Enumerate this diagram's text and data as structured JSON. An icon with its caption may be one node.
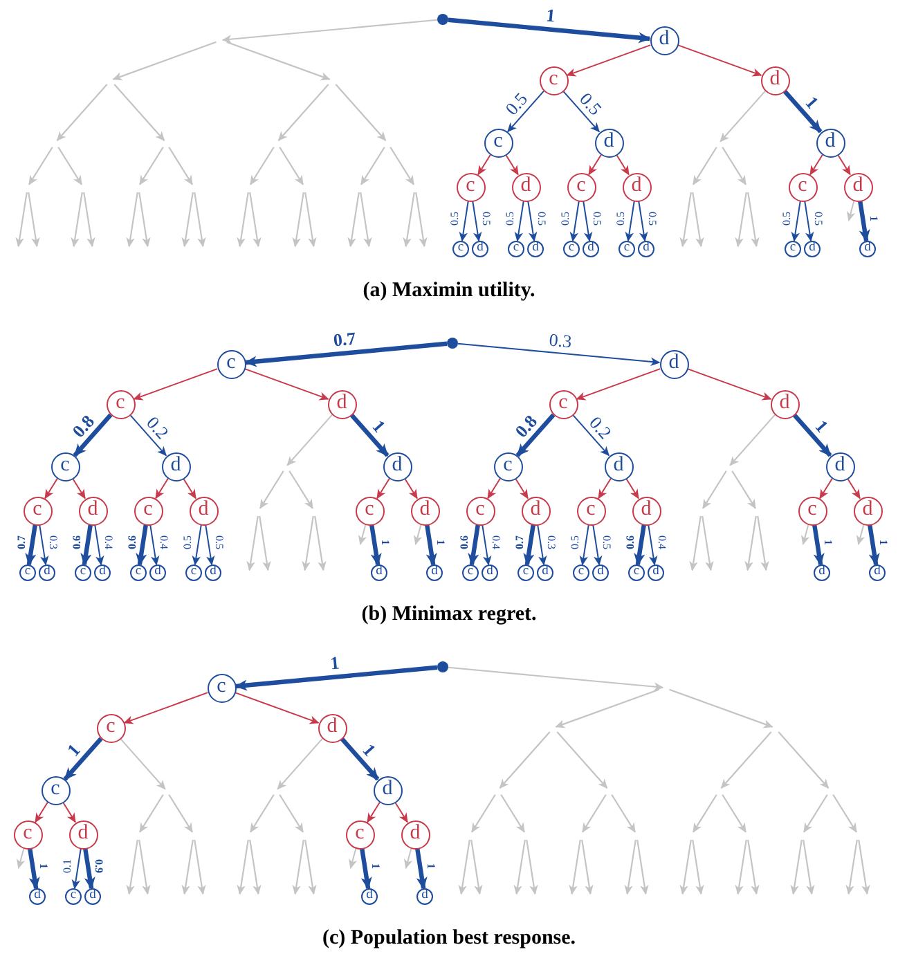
{
  "diagram": {
    "nodes": [
      {
        "text": [],
        "shape": "dot"
      },
      {
        "text": [
          "d"
        ]
      },
      {
        "text": [
          "c"
        ]
      },
      {
        "text": [
          "d"
        ]
      },
      {
        "text": [
          "c"
        ]
      },
      {
        "text": [
          "d"
        ]
      },
      {
        "text": [
          "d"
        ]
      },
      {
        "text": [
          "c"
        ]
      },
      {
        "text": [
          "d"
        ]
      },
      {
        "text": [
          "c"
        ]
      },
      {
        "text": [
          "d"
        ]
      },
      {
        "text": [
          "c"
        ]
      },
      {
        "text": [
          "d"
        ]
      },
      {
        "text": [
          "c"
        ]
      },
      {
        "text": [
          "d"
        ]
      },
      {
        "text": [
          "c"
        ]
      },
      {
        "text": [
          "d"
        ]
      },
      {
        "text": [
          "c"
        ]
      },
      {
        "text": [
          "d"
        ]
      },
      {
        "text": [
          "c"
        ]
      },
      {
        "text": [
          "d"
        ]
      },
      {
        "text": [
          "c"
        ]
      },
      {
        "text": [
          "d"
        ]
      },
      {
        "text": [
          "d"
        ]
      },
      {
        "text": [],
        "shape": "dot"
      },
      {
        "text": [
          "c"
        ]
      },
      {
        "text": [
          "d"
        ]
      },
      {
        "text": [
          "c"
        ]
      },
      {
        "text": [
          "d"
        ]
      },
      {
        "text": [
          "c"
        ]
      },
      {
        "text": [
          "d"
        ]
      },
      {
        "text": [
          "c"
        ]
      },
      {
        "text": [
          "d"
        ]
      },
      {
        "text": [
          "d"
        ]
      },
      {
        "text": [
          "c"
        ]
      },
      {
        "text": [
          "d"
        ]
      },
      {
        "text": [
          "d"
        ]
      },
      {
        "text": [
          "c"
        ]
      },
      {
        "text": [
          "d"
        ]
      },
      {
        "text": [
          "c"
        ]
      },
      {
        "text": [
          "d"
        ]
      },
      {
        "text": [
          "c"
        ]
      },
      {
        "text": [
          "d"
        ]
      },
      {
        "text": [
          "c"
        ]
      },
      {
        "text": [
          "d"
        ]
      },
      {
        "text": [
          "c"
        ]
      },
      {
        "text": [
          "d"
        ]
      },
      {
        "text": [
          "c"
        ]
      },
      {
        "text": [
          "d"
        ]
      },
      {
        "text": [
          "c"
        ]
      },
      {
        "text": [
          "d"
        ]
      },
      {
        "text": [
          "c"
        ]
      },
      {
        "text": [
          "d"
        ]
      },
      {
        "text": [
          "c"
        ]
      },
      {
        "text": [
          "d"
        ]
      },
      {
        "text": [
          "c"
        ]
      },
      {
        "text": [
          "d"
        ]
      },
      {
        "text": [
          "d"
        ]
      },
      {
        "text": [
          "d"
        ]
      },
      {
        "text": [
          "c"
        ]
      },
      {
        "text": [
          "d"
        ]
      },
      {
        "text": [
          "c"
        ]
      },
      {
        "text": [
          "d"
        ]
      },
      {
        "text": [
          "c"
        ]
      },
      {
        "text": [
          "d"
        ]
      },
      {
        "text": [
          "c"
        ]
      },
      {
        "text": [
          "d"
        ]
      },
      {
        "text": [
          "d"
        ]
      },
      {
        "text": [
          "d"
        ]
      },
      {
        "text": [],
        "shape": "dot"
      },
      {
        "text": [
          "c"
        ]
      },
      {
        "text": [
          "c"
        ]
      },
      {
        "text": [
          "d"
        ]
      },
      {
        "text": [
          "c"
        ]
      },
      {
        "text": [
          "d"
        ]
      },
      {
        "text": [
          "c"
        ]
      },
      {
        "text": [
          "d"
        ]
      },
      {
        "text": [
          "c"
        ]
      },
      {
        "text": [
          "d"
        ]
      },
      {
        "text": [
          "d"
        ]
      },
      {
        "text": [
          "c"
        ]
      },
      {
        "text": [
          "d"
        ]
      },
      {
        "text": [
          "d"
        ]
      },
      {
        "text": [
          "d"
        ]
      },
      {
        "text": [],
        "shape": "tree"
      },
      {
        "text": [],
        "shape": "tree"
      },
      {
        "text": [],
        "shape": "tree"
      },
      {
        "text": [],
        "shape": "tree"
      },
      {
        "text": [],
        "shape": "tree"
      },
      {
        "text": [],
        "shape": "tree"
      },
      {
        "text": [],
        "shape": "tree"
      }
    ],
    "edges": [
      {
        "from": 0,
        "to": 84,
        "arrow": "to",
        "color": "#c4c4c4"
      },
      {
        "from": 0,
        "to": 1,
        "arrow": "to",
        "label": "1",
        "style": "thick"
      },
      {
        "from": 1,
        "to": 2,
        "arrow": "to",
        "color": "#c8394a"
      },
      {
        "from": 1,
        "to": 3,
        "arrow": "to",
        "color": "#c8394a"
      },
      {
        "from": 2,
        "to": 4,
        "arrow": "to",
        "label": "0.5"
      },
      {
        "from": 2,
        "to": 5,
        "arrow": "to",
        "label": "0.5"
      },
      {
        "from": 3,
        "to": 85,
        "arrow": "to",
        "color": "#c4c4c4"
      },
      {
        "from": 3,
        "to": 6,
        "arrow": "to",
        "label": "1",
        "style": "thick"
      },
      {
        "from": 4,
        "to": 7,
        "arrow": "to",
        "color": "#c8394a"
      },
      {
        "from": 4,
        "to": 8,
        "arrow": "to",
        "color": "#c8394a"
      },
      {
        "from": 5,
        "to": 9,
        "arrow": "to",
        "color": "#c8394a"
      },
      {
        "from": 5,
        "to": 10,
        "arrow": "to",
        "color": "#c8394a"
      },
      {
        "from": 6,
        "to": 11,
        "arrow": "to",
        "color": "#c8394a"
      },
      {
        "from": 6,
        "to": 12,
        "arrow": "to",
        "color": "#c8394a"
      },
      {
        "from": 7,
        "to": 13,
        "arrow": "to",
        "label": "0.5"
      },
      {
        "from": 7,
        "to": 14,
        "arrow": "to",
        "label": "0.5"
      },
      {
        "from": 8,
        "to": 15,
        "arrow": "to",
        "label": "0.5"
      },
      {
        "from": 8,
        "to": 16,
        "arrow": "to",
        "label": "0.5"
      },
      {
        "from": 9,
        "to": 17,
        "arrow": "to",
        "label": "0.5"
      },
      {
        "from": 9,
        "to": 18,
        "arrow": "to",
        "label": "0.5"
      },
      {
        "from": 10,
        "to": 19,
        "arrow": "to",
        "label": "0.5"
      },
      {
        "from": 10,
        "to": 20,
        "arrow": "to",
        "label": "0.5"
      },
      {
        "from": 11,
        "to": 21,
        "arrow": "to",
        "label": "0.5"
      },
      {
        "from": 11,
        "to": 22,
        "arrow": "to",
        "label": "0.5"
      },
      {
        "from": 12,
        "to": null,
        "arrow": "to",
        "color": "#c4c4c4"
      },
      {
        "from": 12,
        "to": 23,
        "arrow": "to",
        "label": "1",
        "style": "thick"
      },
      {
        "from": 24,
        "to": 25,
        "arrow": "to",
        "label": "0.7",
        "style": "thick"
      },
      {
        "from": 24,
        "to": 26,
        "arrow": "to",
        "label": "0.3"
      },
      {
        "from": 25,
        "to": 27,
        "arrow": "to",
        "color": "#c8394a"
      },
      {
        "from": 25,
        "to": 28,
        "arrow": "to",
        "color": "#c8394a"
      },
      {
        "from": 26,
        "to": 29,
        "arrow": "to",
        "color": "#c8394a"
      },
      {
        "from": 26,
        "to": 30,
        "arrow": "to",
        "color": "#c8394a"
      },
      {
        "from": 27,
        "to": 31,
        "arrow": "to",
        "label": "0.8",
        "style": "thick"
      },
      {
        "from": 27,
        "to": 32,
        "arrow": "to",
        "label": "0.2"
      },
      {
        "from": 28,
        "to": 86,
        "arrow": "to",
        "color": "#c4c4c4"
      },
      {
        "from": 28,
        "to": 33,
        "arrow": "to",
        "label": "1",
        "style": "thick"
      },
      {
        "from": 29,
        "to": 34,
        "arrow": "to",
        "label": "0.8",
        "style": "thick"
      },
      {
        "from": 29,
        "to": 35,
        "arrow": "to",
        "label": "0.2"
      },
      {
        "from": 30,
        "to": 87,
        "arrow": "to",
        "color": "#c4c4c4"
      },
      {
        "from": 30,
        "to": 36,
        "arrow": "to",
        "label": "1",
        "style": "thick"
      },
      {
        "from": 31,
        "to": 37,
        "arrow": "to",
        "color": "#c8394a"
      },
      {
        "from": 31,
        "to": 38,
        "arrow": "to",
        "color": "#c8394a"
      },
      {
        "from": 32,
        "to": 39,
        "arrow": "to",
        "color": "#c8394a"
      },
      {
        "from": 32,
        "to": 40,
        "arrow": "to",
        "color": "#c8394a"
      },
      {
        "from": 33,
        "to": 41,
        "arrow": "to",
        "color": "#c8394a"
      },
      {
        "from": 33,
        "to": 42,
        "arrow": "to",
        "color": "#c8394a"
      },
      {
        "from": 34,
        "to": 43,
        "arrow": "to",
        "color": "#c8394a"
      },
      {
        "from": 34,
        "to": 44,
        "arrow": "to",
        "color": "#c8394a"
      },
      {
        "from": 35,
        "to": 45,
        "arrow": "to",
        "color": "#c8394a"
      },
      {
        "from": 35,
        "to": 46,
        "arrow": "to",
        "color": "#c8394a"
      },
      {
        "from": 36,
        "to": 47,
        "arrow": "to",
        "color": "#c8394a"
      },
      {
        "from": 36,
        "to": 48,
        "arrow": "to",
        "color": "#c8394a"
      },
      {
        "from": 37,
        "to": 49,
        "arrow": "to",
        "label": "0.7",
        "style": "thick"
      },
      {
        "from": 37,
        "to": 50,
        "arrow": "to",
        "label": "0.3"
      },
      {
        "from": 38,
        "to": 51,
        "arrow": "to",
        "label": "0.6",
        "style": "thick"
      },
      {
        "from": 38,
        "to": 52,
        "arrow": "to",
        "label": "0.4"
      },
      {
        "from": 39,
        "to": 53,
        "arrow": "to",
        "label": "0.6",
        "style": "thick"
      },
      {
        "from": 39,
        "to": 54,
        "arrow": "to",
        "label": "0.4"
      },
      {
        "from": 40,
        "to": 55,
        "arrow": "to",
        "label": "0.5"
      },
      {
        "from": 40,
        "to": 56,
        "arrow": "to",
        "label": "0.5"
      },
      {
        "from": 41,
        "to": null,
        "arrow": "to",
        "color": "#c4c4c4"
      },
      {
        "from": 41,
        "to": 57,
        "arrow": "to",
        "label": "1",
        "style": "thick"
      },
      {
        "from": 42,
        "to": null,
        "arrow": "to",
        "color": "#c4c4c4"
      },
      {
        "from": 42,
        "to": 58,
        "arrow": "to",
        "label": "1",
        "style": "thick"
      },
      {
        "from": 43,
        "to": 59,
        "arrow": "to",
        "label": "0.6",
        "style": "thick"
      },
      {
        "from": 43,
        "to": 60,
        "arrow": "to",
        "label": "0.4"
      },
      {
        "from": 44,
        "to": 61,
        "arrow": "to",
        "label": "0.7",
        "style": "thick"
      },
      {
        "from": 44,
        "to": 62,
        "arrow": "to",
        "label": "0.3"
      },
      {
        "from": 45,
        "to": 63,
        "arrow": "to",
        "label": "0.5"
      },
      {
        "from": 45,
        "to": 64,
        "arrow": "to",
        "label": "0.5"
      },
      {
        "from": 46,
        "to": 65,
        "arrow": "to",
        "label": "0.6",
        "style": "thick"
      },
      {
        "from": 46,
        "to": 66,
        "arrow": "to",
        "label": "0.4"
      },
      {
        "from": 47,
        "to": null,
        "arrow": "to",
        "color": "#c4c4c4"
      },
      {
        "from": 47,
        "to": 67,
        "arrow": "to",
        "label": "1",
        "style": "thick"
      },
      {
        "from": 48,
        "to": null,
        "arrow": "to",
        "color": "#c4c4c4"
      },
      {
        "from": 48,
        "to": 68,
        "arrow": "to",
        "label": "1",
        "style": "thick"
      },
      {
        "from": 69,
        "to": 70,
        "arrow": "to",
        "label": "1",
        "style": "thick"
      },
      {
        "from": 69,
        "to": 88,
        "arrow": "to",
        "color": "#c4c4c4"
      },
      {
        "from": 70,
        "to": 71,
        "arrow": "to",
        "color": "#c8394a"
      },
      {
        "from": 70,
        "to": 72,
        "arrow": "to",
        "color": "#c8394a"
      },
      {
        "from": 71,
        "to": 73,
        "arrow": "to",
        "label": "1",
        "style": "thick"
      },
      {
        "from": 71,
        "to": 89,
        "arrow": "to",
        "color": "#c4c4c4"
      },
      {
        "from": 72,
        "to": 90,
        "arrow": "to",
        "color": "#c4c4c4"
      },
      {
        "from": 72,
        "to": 74,
        "arrow": "to",
        "label": "1",
        "style": "thick"
      },
      {
        "from": 73,
        "to": 75,
        "arrow": "to",
        "color": "#c8394a"
      },
      {
        "from": 73,
        "to": 76,
        "arrow": "to",
        "color": "#c8394a"
      },
      {
        "from": 74,
        "to": 77,
        "arrow": "to",
        "color": "#c8394a"
      },
      {
        "from": 74,
        "to": 78,
        "arrow": "to",
        "color": "#c8394a"
      },
      {
        "from": 75,
        "to": null,
        "arrow": "to",
        "color": "#c4c4c4"
      },
      {
        "from": 75,
        "to": 79,
        "arrow": "to",
        "label": "1",
        "style": "thick"
      },
      {
        "from": 76,
        "to": 80,
        "arrow": "to",
        "label": "0.1"
      },
      {
        "from": 76,
        "to": 81,
        "arrow": "to",
        "label": "0.9",
        "style": "thick"
      },
      {
        "from": 77,
        "to": null,
        "arrow": "to",
        "color": "#c4c4c4"
      },
      {
        "from": 77,
        "to": 82,
        "arrow": "to",
        "label": "1",
        "style": "thick"
      },
      {
        "from": 78,
        "to": null,
        "arrow": "to",
        "color": "#c4c4c4"
      },
      {
        "from": 78,
        "to": 83,
        "arrow": "to",
        "label": "1",
        "style": "thick"
      }
    ],
    "labels": [
      "(a) Maximin utility.",
      "(b) Minimax regret.",
      "(c) Population best response."
    ]
  }
}
